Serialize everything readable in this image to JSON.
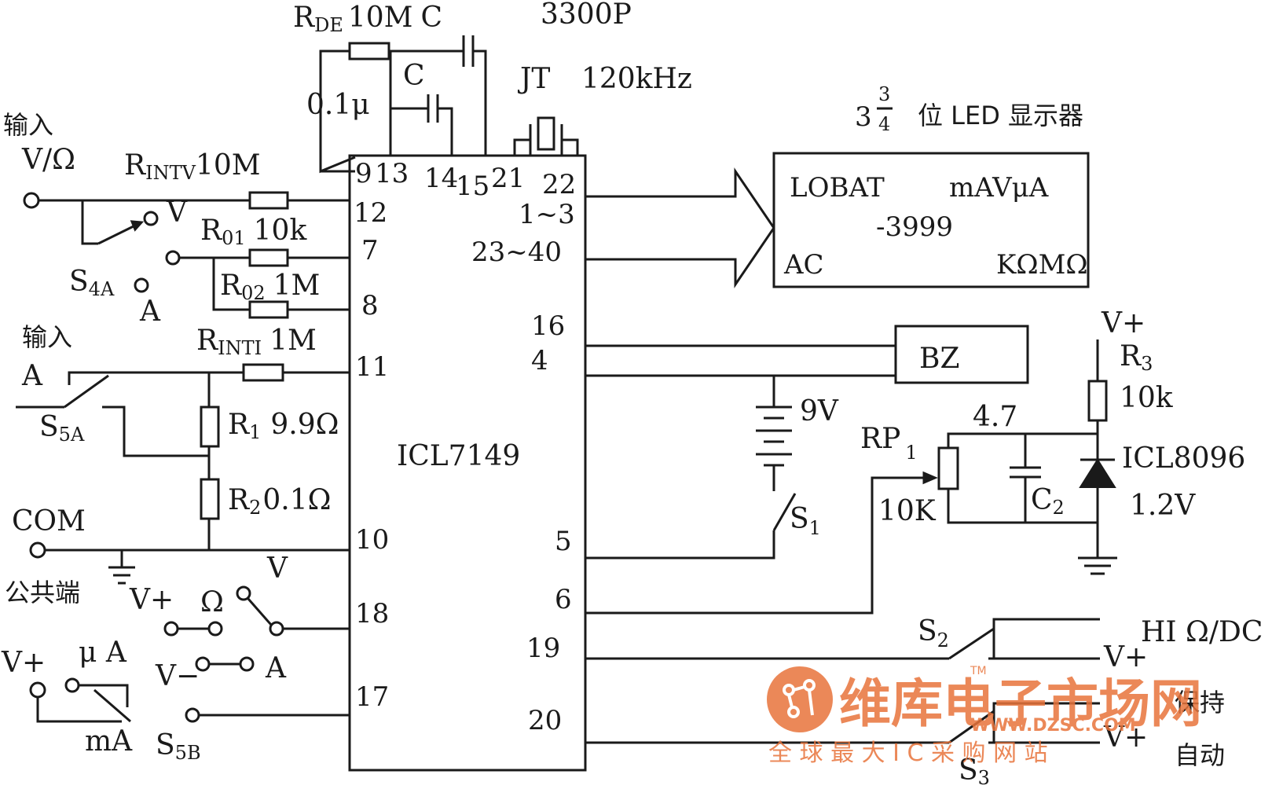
{
  "title": {
    "top_labels": {
      "rde": "R",
      "rde_sub": "DE",
      "rde_val": "10M",
      "c_top": "C",
      "c_top_val": "3300P",
      "c_inner": "C",
      "c_inner_val": "0.1μ",
      "jt": "JT",
      "jt_freq": "120kHz"
    },
    "display_title": {
      "whole": "3",
      "num": "3",
      "den": "4",
      "text": "位 LED 显示器"
    }
  },
  "chip": {
    "name": "ICL7149",
    "pins": {
      "p9": "9",
      "p13": "13",
      "p14": "14",
      "p15": "15",
      "p21": "21",
      "p22": "22",
      "p1_3": "1~3",
      "p23_40": "23~40",
      "p12": "12",
      "p7": "7",
      "p8": "8",
      "p11": "11",
      "p10": "10",
      "p18": "18",
      "p17": "17",
      "p16": "16",
      "p4": "4",
      "p5": "5",
      "p6": "6",
      "p19": "19",
      "p20": "20"
    }
  },
  "display": {
    "lobat": "LOBAT",
    "units_top": "mAVμA",
    "reading": "-3999",
    "ac": "AC",
    "units_bottom": "KΩMΩ"
  },
  "left": {
    "input_vo": "输入",
    "input_vo_label": "V/Ω",
    "rintv": "R",
    "rintv_sub": "INTV",
    "rintv_val": "10M",
    "v_label": "V",
    "s4a": "S",
    "s4a_sub": "4A",
    "a_label": "A",
    "r01": "R",
    "r01_sub": "01",
    "r01_val": "10k",
    "r02": "R",
    "r02_sub": "02",
    "r02_val": "1M",
    "input_a": "输入",
    "input_a_label": "A",
    "rinti": "R",
    "rinti_sub": "INTI",
    "rinti_val": "1M",
    "s5a": "S",
    "s5a_sub": "5A",
    "r1": "R",
    "r1_sub": "1",
    "r1_val": "9.9Ω",
    "r2": "R",
    "r2_sub": "2",
    "r2_val": "0.1Ω",
    "com": "COM",
    "common": "公共端",
    "vplus_ohm": "V+",
    "ohm": "Ω",
    "v_sel": "V",
    "vplus2": "V+",
    "ua": "μ A",
    "vminus": "V−",
    "a_sel": "A",
    "ma": "mA",
    "s5b": "S",
    "s5b_sub": "5B"
  },
  "right": {
    "bz": "BZ",
    "battery": "9V",
    "s1": "S",
    "s1_sub": "1",
    "rp1": "RP",
    "rp1_sub": "1",
    "rp1_val": "10K",
    "c2_val": "4.7",
    "c2": "C",
    "c2_sub": "2",
    "vplus": "V+",
    "r3": "R",
    "r3_sub": "3",
    "r3_val": "10k",
    "icl8096": "ICL8096",
    "ref_v": "1.2V",
    "s2": "S",
    "s2_sub": "2",
    "hi_dc": "HI Ω/DC",
    "vplus_s2": "V+",
    "hold": "保持",
    "s3": "S",
    "s3_sub": "3",
    "vplus_s3": "V+",
    "auto": "自动"
  },
  "watermark": {
    "brand": "维库电子市场网",
    "tm": "TM",
    "url": "WWW.DZSC.COM",
    "slogan": "全 球 最 大 I C 采 购 网 站",
    "accent": "#e8743b"
  }
}
